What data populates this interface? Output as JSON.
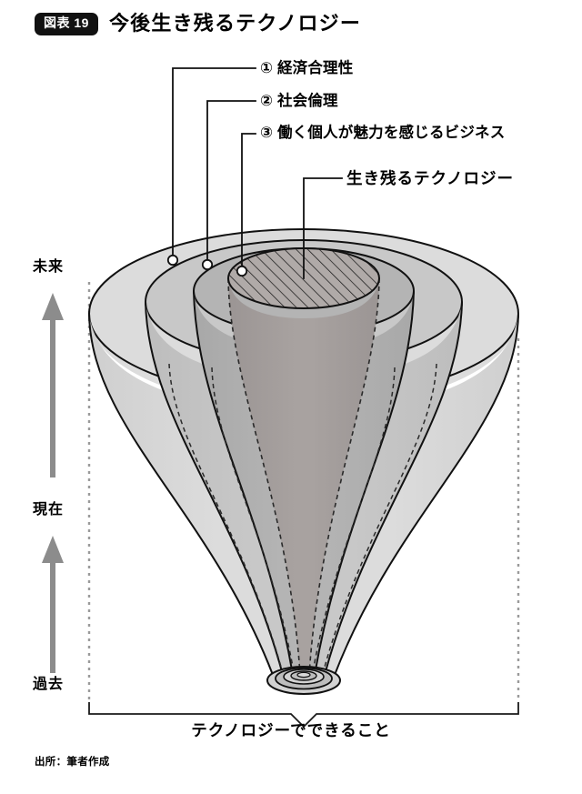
{
  "header": {
    "badge": "図表 19",
    "title": "今後生き残るテクノロジー"
  },
  "callouts": [
    {
      "id": "callout-1",
      "label": "① 経済合理性"
    },
    {
      "id": "callout-2",
      "label": "② 社会倫理"
    },
    {
      "id": "callout-3",
      "label": "③ 働く個人が魅力を感じるビジネス"
    },
    {
      "id": "callout-4",
      "label": "生き残るテクノロジー"
    }
  ],
  "axis": {
    "future": "未来",
    "present": "現在",
    "past": "過去"
  },
  "bottom_caption": "テクノロジーでできること",
  "source_note": "出所：筆者作成",
  "colors": {
    "ring_outer": "#dcdcdc",
    "ring_mid": "#c8c8c8",
    "ring_inner": "#b4b4b4",
    "core_hatch_fill": "#b0aaa8",
    "stroke": "#111111",
    "arrow_gray": "#8c8c8c",
    "dotted_gray": "#9a9a9a",
    "badge_bg": "#111111"
  },
  "chart_data": {
    "type": "diagram",
    "title": "今後生き残るテクノロジー",
    "subtitle": "",
    "shape": "nested-funnel",
    "layers": [
      {
        "index": 1,
        "name": "テクノロジーでできること",
        "shade": "#dcdcdc",
        "radius_rx": 237,
        "radius_ry": 93
      },
      {
        "index": 2,
        "name": "① 経済合理性",
        "shade": "#c8c8c8",
        "radius_rx": 174,
        "radius_ry": 68
      },
      {
        "index": 3,
        "name": "② 社会倫理",
        "shade": "#b4b4b4",
        "radius_rx": 121,
        "radius_ry": 47
      },
      {
        "index": 4,
        "name": "③ 働く個人が魅力を感じるビジネス",
        "shade": "#b0aaa8",
        "radius_rx": 83,
        "radius_ry": 33
      }
    ],
    "core": {
      "name": "生き残るテクノロジー",
      "pattern": "diagonal-hatch"
    },
    "time_axis": {
      "direction": "upward",
      "ticks": [
        "過去",
        "現在",
        "未来"
      ]
    },
    "legend_position": "top-right",
    "grid": false
  }
}
